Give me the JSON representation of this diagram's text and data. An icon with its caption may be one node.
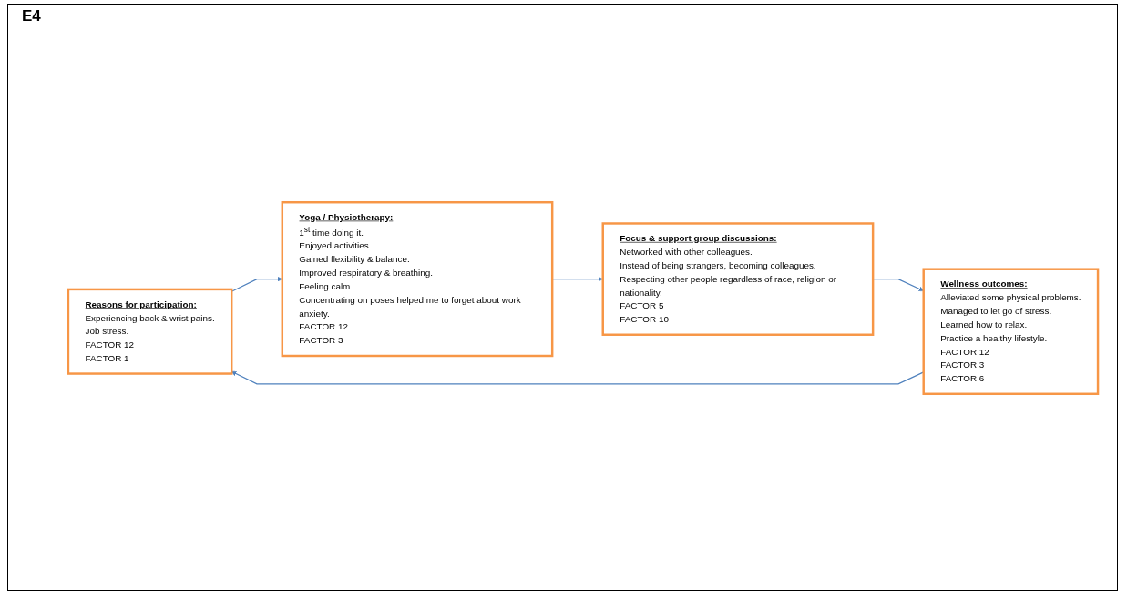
{
  "diagram": {
    "nodes": [
      {
        "text": [
          "Reasons for participation:",
          "Experiencing back & wrist pains.",
          "Job stress.",
          "FACTOR 12",
          "FACTOR 1"
        ]
      },
      {
        "text": [
          "Yoga / Physiotherapy:",
          "1$^{st}$ time doing it.",
          "Enjoyed activities.",
          "Gained flexibility & balance.",
          "Improved respiratory & breathing.",
          "Feeling calm.",
          "Concentrating on poses helped me to forget about work anxiety.",
          "FACTOR 12",
          "FACTOR 3"
        ]
      },
      {
        "text": [
          "Focus & support group discussions:",
          "Networked with other colleagues.",
          "Instead of being strangers, becoming colleagues.",
          "Respecting other people regardless of race, religion or nationality.",
          "FACTOR 5",
          "FACTOR 10"
        ]
      },
      {
        "text": [
          "Wellness outcomes:",
          "Alleviated some physical problems.",
          "Managed to let go of stress.",
          "Learned how to relax.",
          "Practice a healthy lifestyle.",
          "FACTOR 12",
          "FACTOR 3",
          "FACTOR 6"
        ]
      }
    ],
    "edges": [
      {
        "from": 0,
        "to": 1,
        "arrow": "to"
      },
      {
        "from": 1,
        "to": 2,
        "arrow": "to"
      },
      {
        "from": 2,
        "to": 3,
        "arrow": "to"
      },
      {
        "from": 3,
        "to": 0,
        "arrow": "to"
      }
    ],
    "labels": [
      "E4"
    ]
  }
}
